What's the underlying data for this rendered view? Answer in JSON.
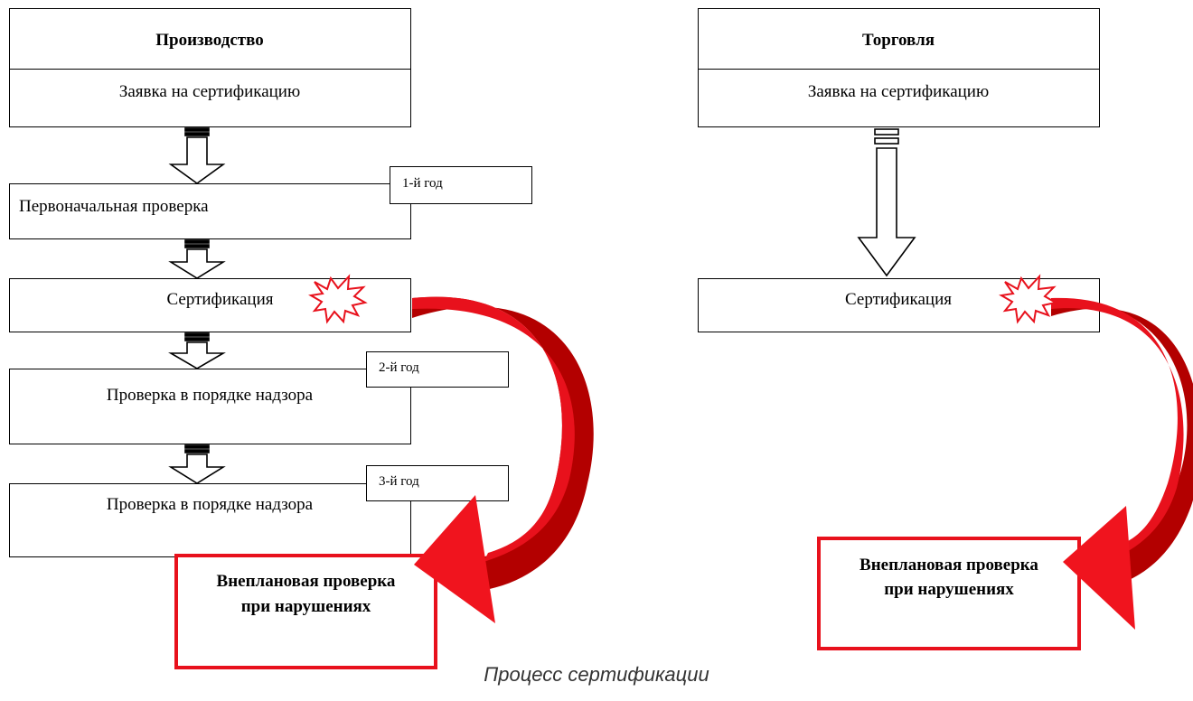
{
  "production": {
    "header": "Производство",
    "application": "Заявка на сертификацию",
    "initial_check": "Первоначальная проверка",
    "certification": "Сертификация",
    "supervision_1": "Проверка в порядке надзора",
    "supervision_2": "Проверка в порядке надзора",
    "year_1": "1-й год",
    "year_2": "2-й год",
    "year_3": "3-й год",
    "unplanned": [
      "Внеплановая проверка",
      "при нарушениях"
    ]
  },
  "trade": {
    "header": "Торговля",
    "application": "Заявка на сертификацию",
    "certification": "Сертификация",
    "unplanned": [
      "Внеплановая проверка",
      "при нарушениях"
    ]
  },
  "caption": "Процесс сертификации",
  "colors": {
    "accent_red": "#e8111c",
    "dark_red": "#b30000",
    "line": "#000000"
  },
  "icons": [
    "down-arrow-icon",
    "curved-arrow-icon",
    "violation-burst-icon"
  ]
}
